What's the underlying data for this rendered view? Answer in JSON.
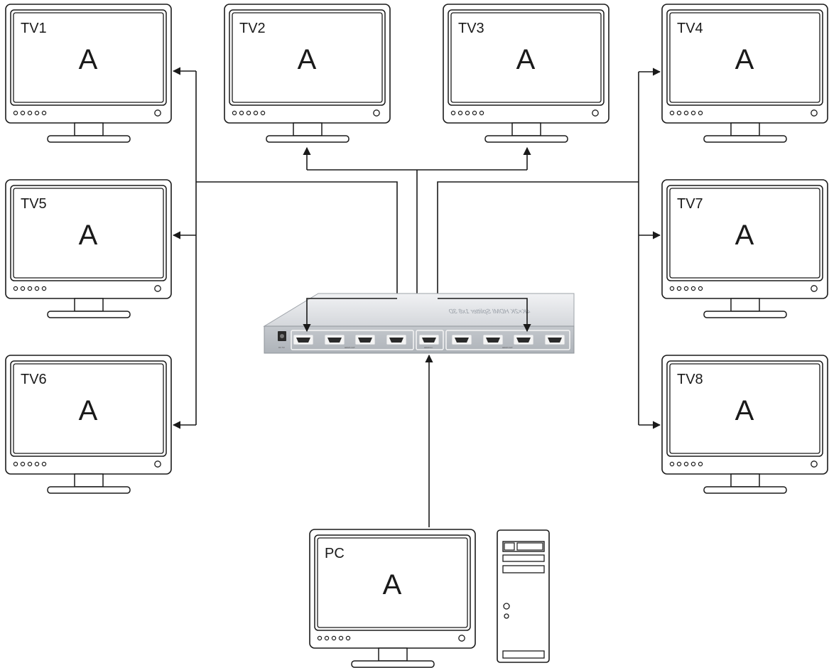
{
  "monitors": [
    {
      "id": "tv1",
      "name": "TV1",
      "content": "A"
    },
    {
      "id": "tv2",
      "name": "TV2",
      "content": "A"
    },
    {
      "id": "tv3",
      "name": "TV3",
      "content": "A"
    },
    {
      "id": "tv4",
      "name": "TV4",
      "content": "A"
    },
    {
      "id": "tv5",
      "name": "TV5",
      "content": "A"
    },
    {
      "id": "tv7",
      "name": "TV7",
      "content": "A"
    },
    {
      "id": "tv6",
      "name": "TV6",
      "content": "A"
    },
    {
      "id": "tv8",
      "name": "TV8",
      "content": "A"
    },
    {
      "id": "pc",
      "name": "PC",
      "content": "A"
    }
  ],
  "splitter": {
    "title": "4K×2K HDMI Splitter 1x8 3D",
    "power_label": "DC 5V",
    "output_labels": [
      "HDMI OUT",
      "HDMI OUT"
    ],
    "input_label": "HDMI IN"
  },
  "colors": {
    "line": "#1a1a1a",
    "device_body": "#c9ccd1",
    "device_top": "#e3e5e8",
    "port": "#2a2a2a"
  }
}
